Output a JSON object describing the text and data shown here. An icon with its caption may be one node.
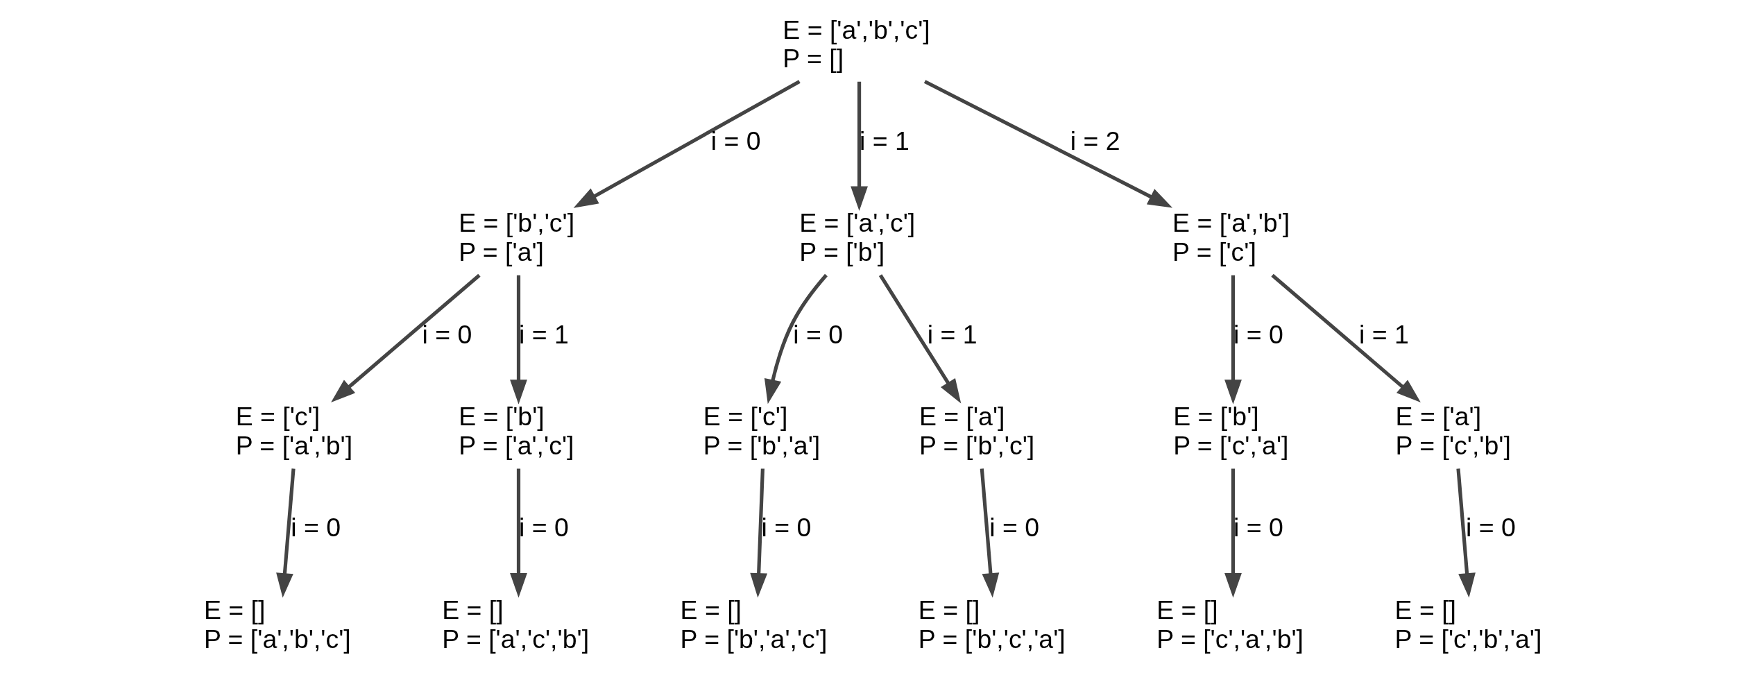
{
  "diagram": {
    "nodes": [
      {
        "text": [
          "E = ['a','b','c']",
          "P = []"
        ]
      },
      {
        "text": [
          "E = ['b','c']",
          "P = ['a']"
        ]
      },
      {
        "text": [
          "E = ['a','c']",
          "P = ['b']"
        ]
      },
      {
        "text": [
          "E = ['a','b']",
          "P = ['c']"
        ]
      },
      {
        "text": [
          "E = ['c']",
          "P = ['a','b']"
        ]
      },
      {
        "text": [
          "E = ['b']",
          "P = ['a','c']"
        ]
      },
      {
        "text": [
          "E = ['c']",
          "P = ['b','a']"
        ]
      },
      {
        "text": [
          "E = ['a']",
          "P = ['b','c']"
        ]
      },
      {
        "text": [
          "E = ['b']",
          "P = ['c','a']"
        ]
      },
      {
        "text": [
          "E = ['a']",
          "P = ['c','b']"
        ]
      },
      {
        "text": [
          "E = []",
          "P = ['a','b','c']"
        ]
      },
      {
        "text": [
          "E = []",
          "P = ['a','c','b']"
        ]
      },
      {
        "text": [
          "E = []",
          "P = ['b','a','c']"
        ]
      },
      {
        "text": [
          "E = []",
          "P = ['b','c','a']"
        ]
      },
      {
        "text": [
          "E = []",
          "P = ['c','a','b']"
        ]
      },
      {
        "text": [
          "E = []",
          "P = ['c','b','a']"
        ]
      }
    ],
    "edges": [
      {
        "from": 0,
        "to": 1,
        "arrow": "to",
        "label": "i = 0"
      },
      {
        "from": 0,
        "to": 2,
        "arrow": "to",
        "label": "i = 1"
      },
      {
        "from": 0,
        "to": 3,
        "arrow": "to",
        "label": "i = 2"
      },
      {
        "from": 1,
        "to": 4,
        "arrow": "to",
        "label": "i = 0"
      },
      {
        "from": 1,
        "to": 5,
        "arrow": "to",
        "label": "i = 1"
      },
      {
        "from": 2,
        "to": 6,
        "arrow": "to",
        "label": "i = 0"
      },
      {
        "from": 2,
        "to": 7,
        "arrow": "to",
        "label": "i = 1"
      },
      {
        "from": 3,
        "to": 8,
        "arrow": "to",
        "label": "i = 0"
      },
      {
        "from": 3,
        "to": 9,
        "arrow": "to",
        "label": "i = 1"
      },
      {
        "from": 4,
        "to": 10,
        "arrow": "to",
        "label": "i = 0"
      },
      {
        "from": 5,
        "to": 11,
        "arrow": "to",
        "label": "i = 0"
      },
      {
        "from": 6,
        "to": 12,
        "arrow": "to",
        "label": "i = 0"
      },
      {
        "from": 7,
        "to": 13,
        "arrow": "to",
        "label": "i = 0"
      },
      {
        "from": 8,
        "to": 14,
        "arrow": "to",
        "label": "i = 0"
      },
      {
        "from": 9,
        "to": 15,
        "arrow": "to",
        "label": "i = 0"
      }
    ]
  }
}
